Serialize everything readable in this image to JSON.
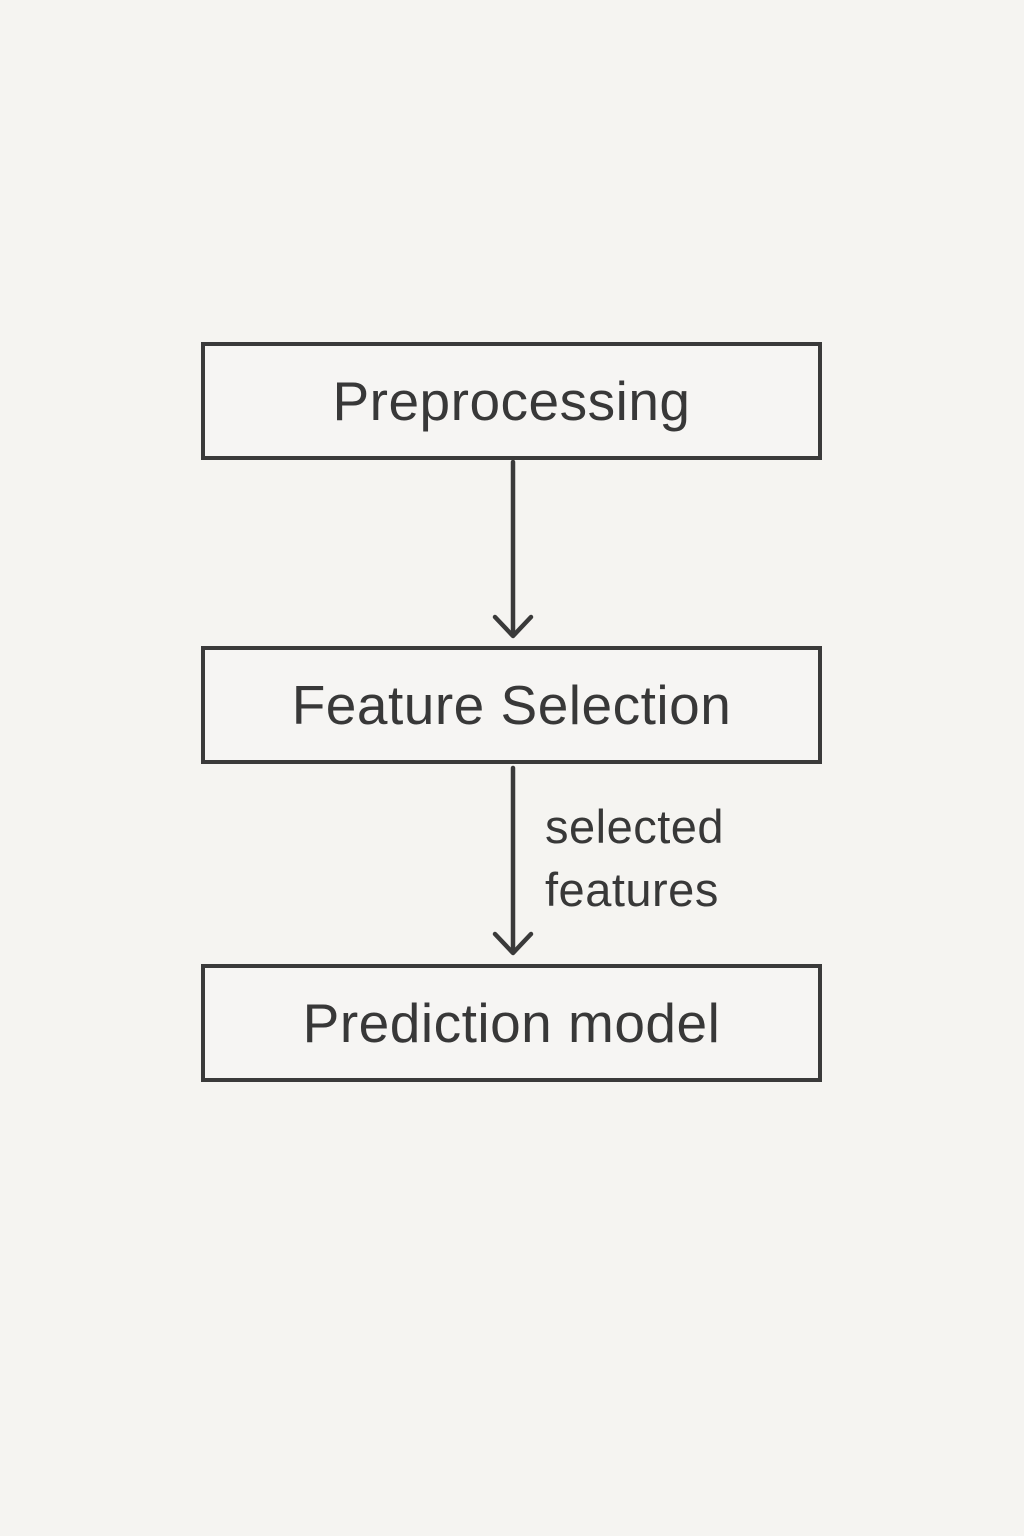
{
  "theme": {
    "background": "#f5f4f1",
    "stroke": "#3a3a3a",
    "text": "#383838"
  },
  "diagram": {
    "type": "flowchart",
    "direction": "top-down",
    "nodes": [
      {
        "id": "preprocessing",
        "label": "Preprocessing"
      },
      {
        "id": "feature-selection",
        "label": "Feature Selection"
      },
      {
        "id": "prediction-model",
        "label": "Prediction model"
      }
    ],
    "edges": [
      {
        "from": "preprocessing",
        "to": "feature-selection",
        "label": ""
      },
      {
        "from": "feature-selection",
        "to": "prediction-model",
        "label": "selected features"
      }
    ],
    "edge_label_lines": {
      "line1": "selected",
      "line2": "features"
    }
  }
}
